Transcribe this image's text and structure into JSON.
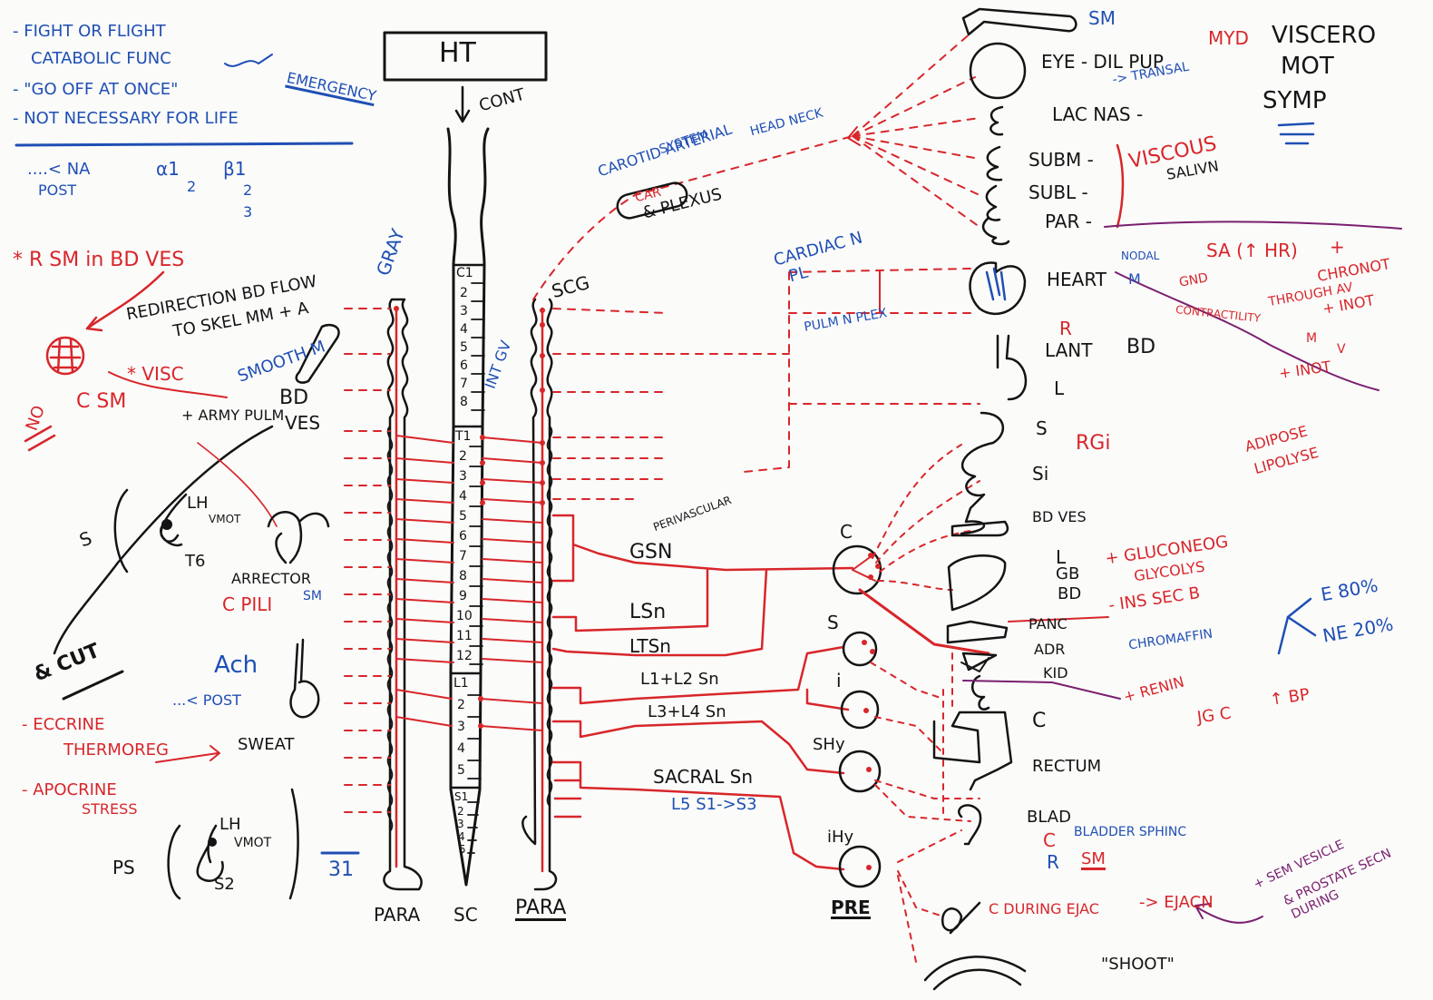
{
  "colors": {
    "blue": "#1f4fb4",
    "red": "#d8262a",
    "black": "#141414",
    "purple": "#7a1f6e"
  },
  "notes": {
    "line1": "- FIGHT OR FLIGHT",
    "line2": "CATABOLIC FUNC",
    "line3": "- \"GO OFF AT ONCE\"",
    "emergency": "EMERGENCY",
    "line4": "- NOT NECESSARY FOR LIFE",
    "receptors_prefix": "....< NA",
    "alpha": "α1",
    "alpha2": "2",
    "beta": "β1",
    "beta2": "2",
    "beta3": "3",
    "post": "POST"
  },
  "vessel_notes": {
    "rsm": "* R SM in BD VES",
    "redirect": "REDIRECTION BD FLOW",
    "to_skel": "TO SKEL MM + A",
    "visc": "* VISC",
    "smooth_m": "SMOOTH M",
    "csm": "C SM",
    "bd": "BD",
    "ves": "VES",
    "no": "NO",
    "pulm": "+ ARMY PULM"
  },
  "spinal_notes": {
    "s_label": "S",
    "lh": "LH",
    "vmot": "VMOT",
    "t6": "T6",
    "arrector": "ARRECTOR",
    "pili": "C PILI",
    "sm": "SM",
    "cut": "& CUT",
    "ach": "Ach",
    "ach_post": "...< POST",
    "eccrine": "- ECCRINE",
    "thermoreg": "THERMOREG",
    "sweat": "SWEAT",
    "apocrine": "- APOCRINE",
    "stress": "STRESS",
    "ps": "PS",
    "lh2": "LH",
    "vmot2": "VMOT",
    "s2": "S2"
  },
  "center": {
    "ht": "HT",
    "cont": "CONT",
    "gray": "GRAY",
    "int_gv": "INT GV",
    "scg": "SCG",
    "para_left": "PARA",
    "sc": "SC",
    "para_right": "PARA",
    "n31": "31",
    "cervical": [
      "C1",
      "2",
      "3",
      "4",
      "5",
      "6",
      "7",
      "8"
    ],
    "thoracic": [
      "T1",
      "2",
      "3",
      "4",
      "5",
      "6",
      "7",
      "8",
      "9",
      "10",
      "11",
      "12"
    ],
    "lumbar": [
      "L1",
      "2",
      "3",
      "4",
      "5"
    ],
    "sacral": [
      "S1",
      "2",
      "3",
      "4",
      "5"
    ]
  },
  "nerves": {
    "carotid1": "CAROTID ARTERIAL",
    "carotid2": "SYSTEM",
    "head_neck": "HEAD NECK",
    "car": "CAR",
    "plexus": "& PLEXUS",
    "cardiac_pl": "CARDIAC N",
    "cardiac_pl2": "PL",
    "pulm_plex": "PULM N PLEX",
    "gsn": "GSN",
    "gsn_note": "PERIVASCULAR",
    "lsn": "LSn",
    "ltsn": "LTSn",
    "l1l2": "L1+L2 Sn",
    "l3l4": "L3+L4 Sn",
    "sacral": "SACRAL Sn",
    "sacral_range": "L5 S1->S3"
  },
  "ganglia": {
    "c": "C",
    "s": "S",
    "i": "i",
    "shy": "SHy",
    "ihy": "iHy",
    "pre": "PRE"
  },
  "organs": {
    "sm": "SM",
    "eye": "EYE - DIL PUP",
    "myd": "MYD",
    "transal": "-> TRANSAL",
    "lac_nas": "LAC NAS -",
    "subm": "SUBM -",
    "subl": "SUBL -",
    "par": "PAR -",
    "viscous": "VISCOUS",
    "saliv": "SALIVN",
    "viscero": "VISCERO",
    "mot": "MOT",
    "symp": "SYMP",
    "heart": "HEART",
    "nodal": "NODAL",
    "sa_hr": "SA (↑ HR)",
    "plus1": "+",
    "m_label": "M",
    "gnd": "GND",
    "through_av": "THROUGH AV",
    "chrono": "CHRONOT",
    "contractility": "CONTRACTILITY",
    "inot_plus": "+ INOT",
    "m_ratio": "M",
    "v_ratio": "V",
    "inot2": "+ INOT",
    "r": "R",
    "lant": "LANT",
    "bd": "BD",
    "l": "L",
    "s": "S",
    "si": "Si",
    "rgi": "RGi",
    "adipose1": "ADIPOSE",
    "adipose2": "LIPOLYSE",
    "bd_ves": "BD VES",
    "l2": "L",
    "gb": "GB",
    "bd2": "BD",
    "gluconeog": "+ GLUCONEOG",
    "glycolysis": "GLYCOLYS",
    "panc": "PANC",
    "insulin": "- INS SEC B",
    "adr": "ADR",
    "chromaffin": "CHROMAFFIN",
    "e80": "E 80%",
    "ne20": "NE 20%",
    "kid": "KID",
    "renin": "+ RENIN",
    "jg": "JG C",
    "bp": "↑ BP",
    "c_colon": "C",
    "rectum": "RECTUM",
    "blad": "BLAD",
    "c_bladder": "C",
    "bladder_sphinc": "BLADDER SPHINC",
    "r_bladder": "R",
    "sm_bladder": "SM",
    "c_during": "C DURING EJAC",
    "ejac": "-> EJACN",
    "sem_vesicle": "+ SEM VESICLE",
    "prostate": "& PROSTATE SECN",
    "during": "DURING",
    "shoot": "\"SHOOT\""
  }
}
